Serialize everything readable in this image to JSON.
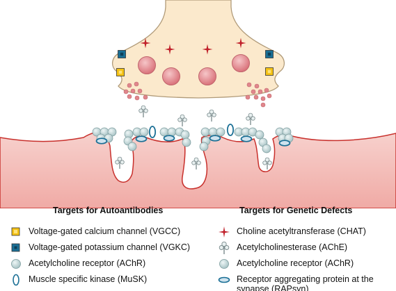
{
  "colors": {
    "terminal_fill": "#fbe9cc",
    "terminal_stroke": "#b09a78",
    "vesicle": "#e0868c",
    "star": "#c0202a",
    "muscle_fill": "#f2b9b5",
    "muscle_stroke": "#c8302c",
    "receptor": "#bfd6d6",
    "receptor_stroke": "#7a9a9c",
    "vgcc": "#f5c215",
    "vgkc": "#1a6f95",
    "musk_fill": "#ffffff",
    "musk_stroke": "#1a6f95",
    "rapsyn": "#cfe3ee"
  },
  "legend": {
    "autoantibodies": {
      "heading": "Targets for Autoantibodies",
      "items": [
        {
          "icon": "vgcc-square-icon",
          "label": "Voltage-gated calcium channel (VGCC)"
        },
        {
          "icon": "vgkc-square-icon",
          "label": "Voltage-gated potassium channel (VGKC)"
        },
        {
          "icon": "achr-circle-icon",
          "label": "Acetylcholine receptor (AChR)"
        },
        {
          "icon": "musk-ellipse-icon",
          "label": "Muscle specific kinase (MuSK)"
        }
      ]
    },
    "genetic": {
      "heading": "Targets for Genetic Defects",
      "items": [
        {
          "icon": "chat-star-icon",
          "label": "Choline acetyltransferase (CHAT)"
        },
        {
          "icon": "ache-icon",
          "label": "Acetylcholinesterase (AChE)"
        },
        {
          "icon": "achr-circle-icon",
          "label": "Acetylcholine receptor (AChR)"
        },
        {
          "icon": "rapsyn-ellipse-icon",
          "label": "Receptor aggregating protein at the",
          "label2": "synapse (RAPsyn)"
        }
      ]
    }
  }
}
